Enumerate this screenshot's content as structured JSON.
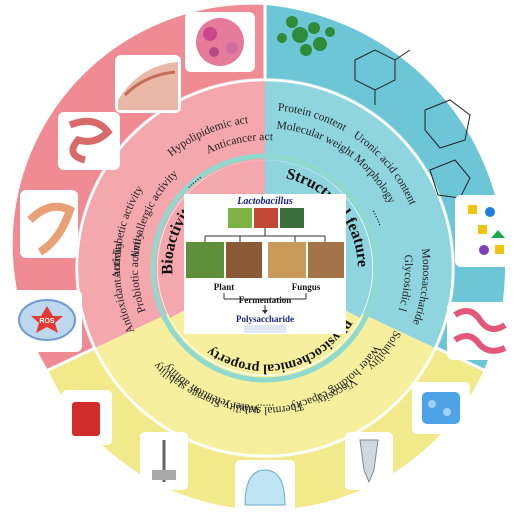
{
  "bioactivity": {
    "title": "Bioactivity",
    "activities": [
      "Hypolipidemic activity",
      "Anticancer activity",
      "Antidiabetic activity",
      "Anti-allergic activity",
      "Antioxidant activity",
      "Probiotic activity"
    ],
    "ellipsis": "......",
    "badge_text": "ROS"
  },
  "structural": {
    "title": "Structural feature",
    "features": [
      "Protein content",
      "Uronic acid content",
      "Molecular weight",
      "Morphology",
      "Monosaccharide",
      "Glycosidic linkage"
    ],
    "ellipsis": "......"
  },
  "physicochemical": {
    "title": "Physicochemical property",
    "properties": [
      "Solubility",
      "Water holding capacity",
      "Water retention ability",
      "Viscosity",
      "Thermal stability",
      "Storage stability"
    ],
    "ellipsis": "......"
  },
  "center": {
    "lactobacillus": "Lactobacillus",
    "plant": "Plant",
    "fungus": "Fungus",
    "fermentation": "Fermentation",
    "polysaccharide": "Polysaccharide"
  },
  "colors": {
    "pink_outer": "#f08a93",
    "pink_inner": "#f4a7ad",
    "blue_outer": "#6cc6d6",
    "blue_inner": "#8fd5e0",
    "yellow_outer": "#f2ea8a",
    "yellow_inner": "#f5ef9e",
    "inner_ring": "#8fd9cf"
  }
}
